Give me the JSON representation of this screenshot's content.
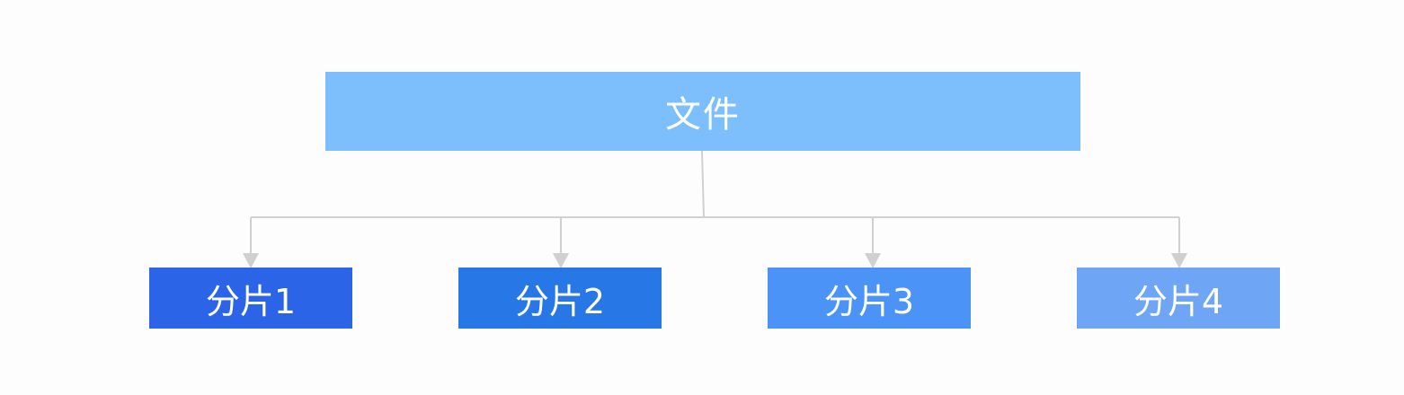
{
  "diagram": {
    "root": {
      "label": "文件",
      "color": "#7cbffc"
    },
    "children": [
      {
        "label": "分片1",
        "color": "#2c64e8"
      },
      {
        "label": "分片2",
        "color": "#2877e6"
      },
      {
        "label": "分片3",
        "color": "#4b93f7"
      },
      {
        "label": "分片4",
        "color": "#6ea5f5"
      }
    ],
    "connector_color": "#d0d0d0"
  }
}
